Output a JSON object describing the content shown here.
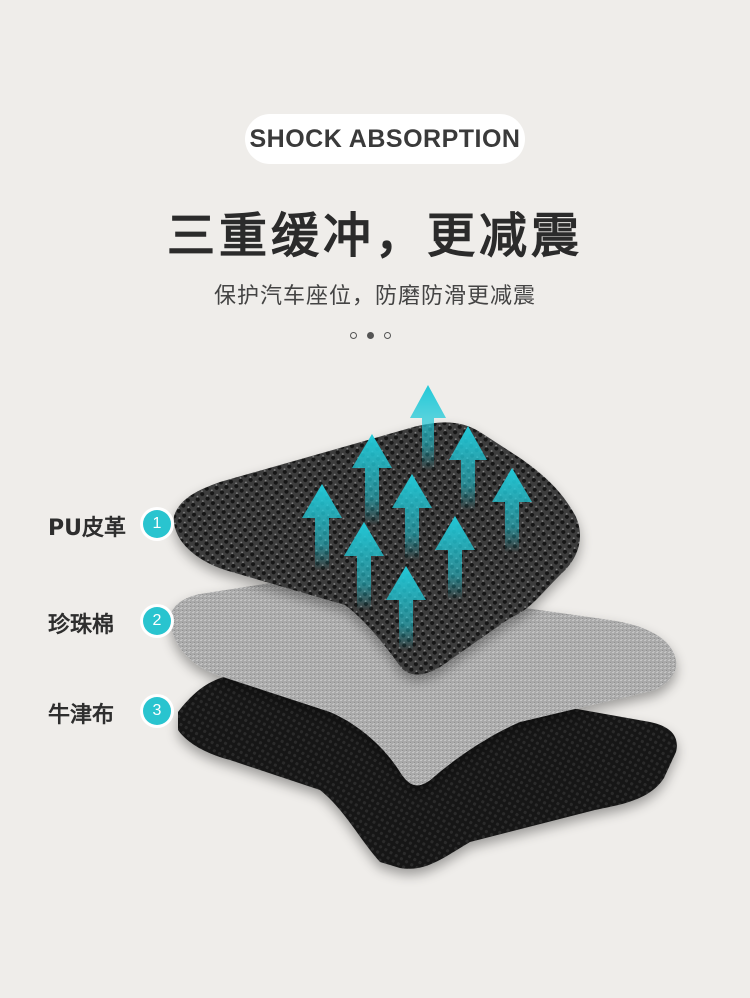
{
  "header": {
    "badge": "SHOCK ABSORPTION",
    "title": "三重缓冲，更减震",
    "subtitle": "保护汽车座位，防磨防滑更减震"
  },
  "carousel": {
    "count": 3,
    "active_index": 1
  },
  "layers": [
    {
      "number": "1",
      "label": "PU皮革"
    },
    {
      "number": "2",
      "label": "珍珠棉"
    },
    {
      "number": "3",
      "label": "牛津布"
    }
  ],
  "colors": {
    "background": "#efedea",
    "accent": "#29c4cf",
    "arrow": "#1fc6d6"
  }
}
